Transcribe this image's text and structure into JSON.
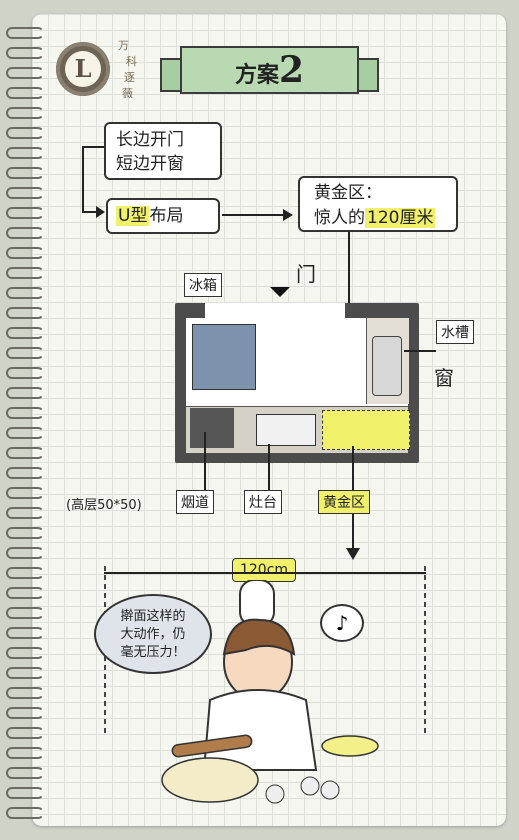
{
  "logo": {
    "letter": "L",
    "brand_chars": [
      "万",
      "科",
      "逐",
      "薇"
    ]
  },
  "title": {
    "prefix": "方案",
    "number": "2"
  },
  "notes": {
    "line1": "长边开门",
    "line2": "短边开窗"
  },
  "layout_label": {
    "highlight": "U型",
    "rest": "布局"
  },
  "golden_box": {
    "line1": "黄金区：",
    "line2_prefix": "惊人的",
    "line2_highlight": "120厘米"
  },
  "plan_labels": {
    "door": "门",
    "fridge": "冰箱",
    "sink": "水槽",
    "window": "窗",
    "size_note": "(高层50*50)",
    "flue": "烟道",
    "stove": "灶台",
    "golden_zone": "黄金区"
  },
  "dimension": "120cm",
  "speech": {
    "line1": "擀面这样的",
    "line2": "大动作，仍",
    "line3": "毫无压力！"
  },
  "colors": {
    "highlight": "#f1f06a",
    "banner": "#b8d9b2",
    "plan_dark": "#4c4c4c",
    "fridge": "#7d93ad"
  }
}
